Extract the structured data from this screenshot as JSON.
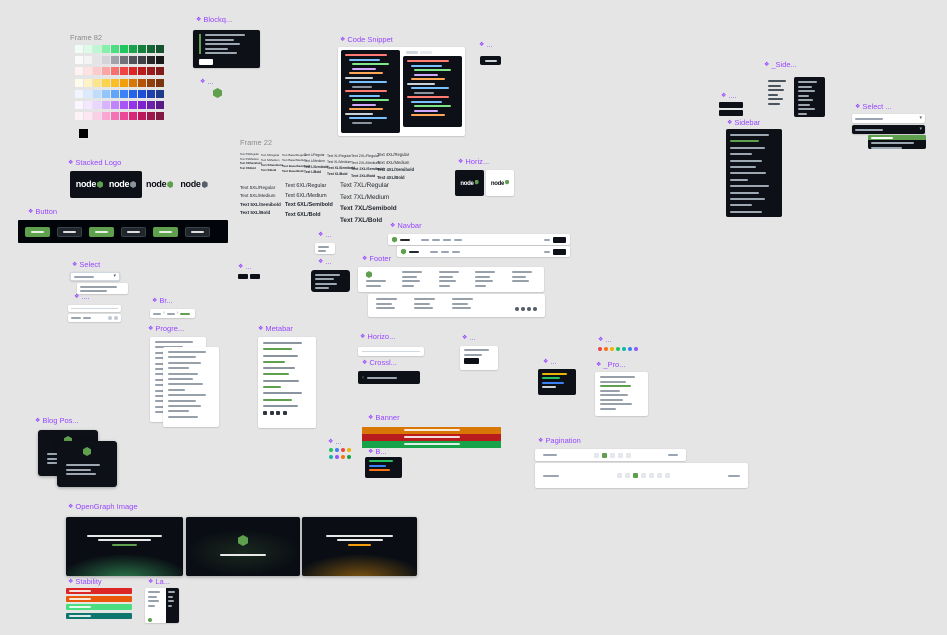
{
  "canvas": {
    "bg": "#E5E5E5",
    "component_label_color": "#9747FF",
    "frame_label_color": "#8A8A8A"
  },
  "icons": {
    "component": "❖",
    "caret": "▾",
    "chevron": "›",
    "back": "‹"
  },
  "brand": {
    "wordmark": "node",
    "green": "#5FA04E",
    "dark": "#0D1117"
  },
  "labels": {
    "frame82": "Frame 82",
    "blockquote": "Blockq...",
    "hex_mini": "...",
    "code_snippet": "Code Snippet",
    "btn_mini": "...",
    "side_partial": "_Side...",
    "mini_bars": "....",
    "sidebar": "Sidebar",
    "select_dark": "Select ...",
    "stacked_logo": "Stacked Logo",
    "frame22": "Frame 22",
    "button": "Button",
    "navbar": "Navbar",
    "mini_card": "...",
    "select_light": "Select",
    "mini_chips": "...",
    "mini_menu": "...",
    "footer": "Footer",
    "mini_rule": "....",
    "breadcrumb": "Br...",
    "progress": "Progre...",
    "metabar": "Metabar",
    "horizontal_rule": "Horizo...",
    "crosslink": "Crossl...",
    "mini_panel": "...",
    "mini_dark_list": "...",
    "dots_row": "...",
    "pro_partial": "_Pro...",
    "blog_posts": "Blog Pos...",
    "banner": "Banner",
    "mini_banner": "B...",
    "pagination": "Pagination",
    "dots_grid": "...",
    "opengraph": "OpenGraph Image",
    "stability": "Stability",
    "lang_mini": "La...",
    "horiz_logo": "Horiz..."
  },
  "palette": {
    "rows": [
      [
        "#F0FDF4",
        "#DCFCE7",
        "#BBF7D0",
        "#86EFAC",
        "#4ADE80",
        "#22C55E",
        "#16A34A",
        "#15803D",
        "#166534",
        "#14532D"
      ],
      [
        "#FAFAFA",
        "#F4F4F5",
        "#E4E4E7",
        "#D4D4D8",
        "#A1A1AA",
        "#71717A",
        "#52525B",
        "#3F3F46",
        "#27272A",
        "#18181B"
      ],
      [
        "#FEF2F2",
        "#FEE2E2",
        "#FECACA",
        "#FCA5A5",
        "#F87171",
        "#EF4444",
        "#DC2626",
        "#B91C1C",
        "#991B1B",
        "#7F1D1D"
      ],
      [
        "#FFFBEB",
        "#FEF3C7",
        "#FDE68A",
        "#FCD34D",
        "#FBBF24",
        "#F59E0B",
        "#D97706",
        "#B45309",
        "#92400E",
        "#78350F"
      ],
      [
        "#EFF6FF",
        "#DBEAFE",
        "#BFDBFE",
        "#93C5FD",
        "#60A5FA",
        "#3B82F6",
        "#2563EB",
        "#1D4ED8",
        "#1E40AF",
        "#1E3A8A"
      ],
      [
        "#FAF5FF",
        "#F3E8FF",
        "#E9D5FF",
        "#D8B4FE",
        "#C084FC",
        "#A855F7",
        "#9333EA",
        "#7E22CE",
        "#6B21A8",
        "#581C87"
      ],
      [
        "#FDF2F8",
        "#FCE7F3",
        "#FBCFE8",
        "#F9A8D4",
        "#F472B6",
        "#EC4899",
        "#DB2777",
        "#BE185D",
        "#9D174D",
        "#831843"
      ]
    ],
    "black": "#000000"
  },
  "line_colors": {
    "gray": [
      "#98A1AA"
    ],
    "light": [
      "#9DA7B1"
    ],
    "dark": [
      "#4B535C"
    ],
    "code": [
      "#FF7B72",
      "#79C0FF",
      "#7EE787",
      "#D2A8FF",
      "#FFA657",
      "#C9D1D9",
      "#79C0FF",
      "#8B949E"
    ],
    "meta": [
      "#8B949E",
      "#5FA04E"
    ],
    "rainbow": [
      "#EAB308",
      "#22C55E",
      "#3B82F6",
      "#C9D1D9"
    ],
    "rainbow2": [
      "#22C55E",
      "#3B82F6",
      "#F97316",
      "#C9D1D9"
    ]
  },
  "dot_colors": [
    "#EF4444",
    "#F97316",
    "#EAB308",
    "#22C55E",
    "#14B8A6",
    "#3B82F6",
    "#8B5CF6"
  ],
  "dot_grid_row1": [
    "#22C55E",
    "#3B82F6",
    "#EF4444",
    "#EAB308"
  ],
  "dot_grid_row2": [
    "#14B8A6",
    "#8B5CF6",
    "#F97316",
    "#16A34A"
  ],
  "stability_colors": [
    "#DC2626",
    "#EA580C",
    "#4ADE80",
    "#0F766E"
  ],
  "banner_colors": {
    "warning": "#D97706",
    "error": "#B91C1C",
    "success": "#16A34A"
  },
  "og_colors": {
    "green_glow": "#4ADE80",
    "orange_glow": "#F59E0B",
    "background": "#0A0E14"
  },
  "typography": {
    "prefix": "Text",
    "weights": [
      "Regular",
      "Medium",
      "Semibold",
      "Bold"
    ],
    "sizes_small": [
      "XS",
      "S",
      "Base",
      "L",
      "XL",
      "2XL",
      "4XL"
    ],
    "sizes_large": [
      "5XL",
      "6XL",
      "7XL"
    ]
  },
  "pagination": {
    "small_pages": 5,
    "small_active": 1,
    "large_pages": 7,
    "large_active": 2
  }
}
